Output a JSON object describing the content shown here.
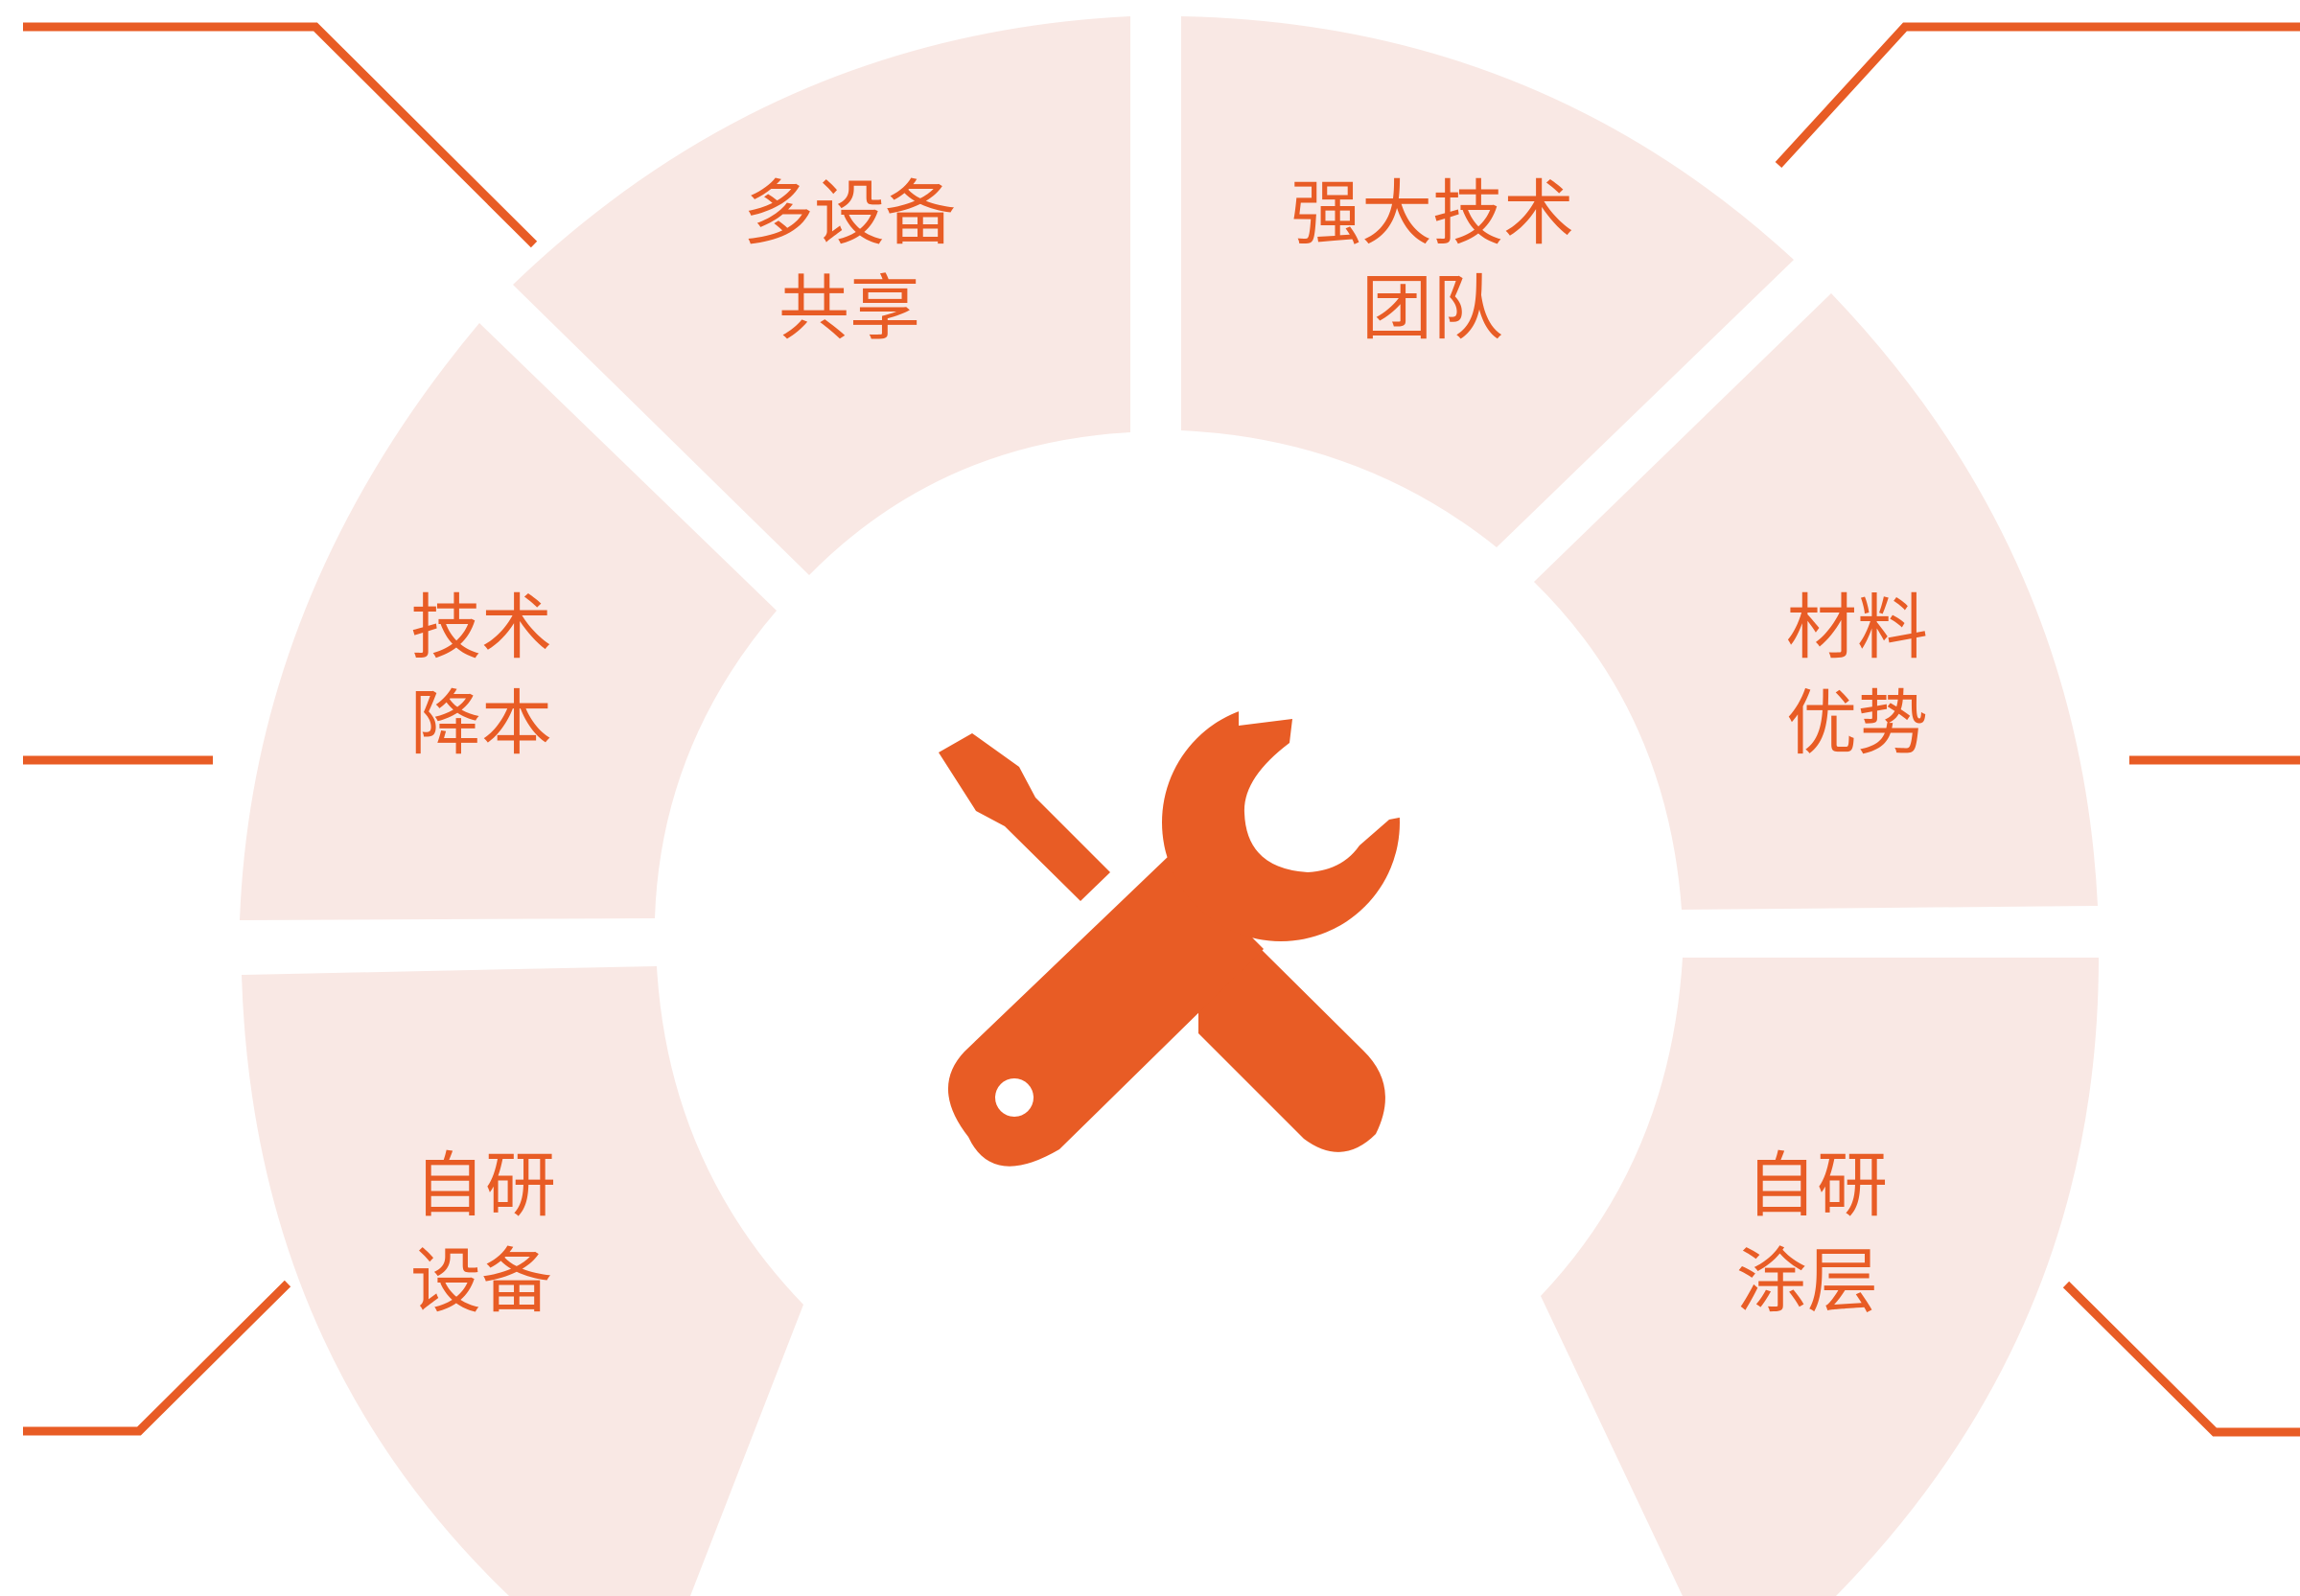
{
  "accent_color": "#e85c25",
  "segment_fill": "#f9e8e4",
  "center_icon": "wrench-screwdriver-icon",
  "segments": [
    {
      "id": "multi-device-sharing",
      "line1": "多设备",
      "line2": "共享"
    },
    {
      "id": "strong-tech-team",
      "line1": "强大技术",
      "line2": "团队"
    },
    {
      "id": "tech-cost-reduction",
      "line1": "技术",
      "line2": "降本"
    },
    {
      "id": "material-advantage",
      "line1": "材料",
      "line2": "优势"
    },
    {
      "id": "self-developed-equipment",
      "line1": "自研",
      "line2": "设备"
    },
    {
      "id": "self-developed-coating",
      "line1": "自研",
      "line2": "涂层"
    }
  ]
}
